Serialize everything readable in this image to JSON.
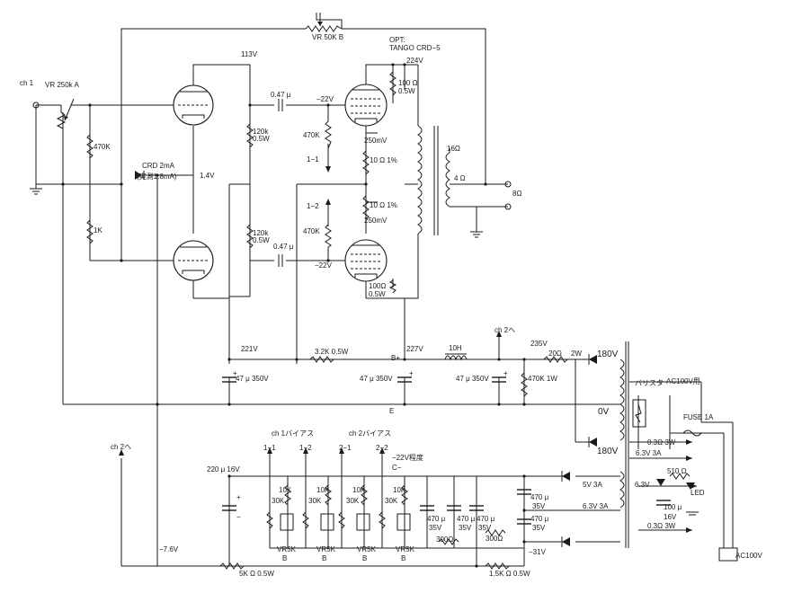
{
  "labels": {
    "ch1": "ch 1",
    "vr250k": "VR 250k A",
    "r470k_in": "470K",
    "r1k_in": "1K",
    "crd": "CRD 2mA",
    "crd_meas": "(実測1.8mA)",
    "v14": "1.4V",
    "v113": "113V",
    "vr50k": "VR 50K B",
    "r120k_top": "120k",
    "w05_a": "0.5W",
    "r120k_bot": "120k",
    "w05_b": "0.5W",
    "c047_top": "0.47 μ",
    "c047_bot": "0.47 μ",
    "vm22_top": "−22V",
    "vm22_bot": "−22V",
    "r470k_g1": "470K",
    "r470k_g2": "470K",
    "b11": "1−1",
    "b12": "1−2",
    "opt1": "OPT:",
    "opt2": "TANGO CRD−5",
    "v224": "224V",
    "r100_top": "100 Ω",
    "w05_c": "0.5W",
    "mv250_a": "250mV",
    "r10_a": "10 Ω  1%",
    "r10_b": "10 Ω  1%",
    "mv250_b": "250mV",
    "r100_bot": "100Ω",
    "w05_d": "0.5W",
    "z16": "16Ω",
    "z4": "4 Ω",
    "z8": "8Ω",
    "v221": "221V",
    "r32k": "3.2K  0.5W",
    "bplus": "B+",
    "v227": "227V",
    "l10h": "10H",
    "ch2to_top": "ch 2へ",
    "v235": "235V",
    "r20": "20Ω",
    "w2": "2W",
    "v180a": "180V",
    "c47_a": "47 μ 350V",
    "c47_b": "47 μ 350V",
    "c47_c": "47 μ 350V",
    "r470k_1w": "470K 1W",
    "varistor": "バリスタ",
    "ac100v_for": "AC100V用",
    "v0": "0V",
    "e": "E",
    "fuse": "FUSE 1A",
    "v180b": "180V",
    "v03w_a": "0.3Ω  3W",
    "v63_3a_a": "6.3V 3A",
    "ch2to_left": "ch 2へ",
    "ch1bias": "ch 1バイアス",
    "ch2bias": "ch 2バイアス",
    "b1_1": "1−1",
    "b1_2": "1−2",
    "b2_1": "2−1",
    "b2_2": "2−2",
    "v22approx": "−22V程度",
    "cminus": "C−",
    "c220": "220 μ 16V",
    "r510": "510 Ω",
    "v63_b": "6.3V",
    "led": "LED",
    "c100": "100 μ",
    "v16": "16V",
    "v03w_b": "0.3Ω  3W",
    "v5_3a": "5V 3A",
    "v63_3a_b": "6.3V 3A",
    "r10k": "10K",
    "r30k": "30K",
    "vr5k": "VR5K",
    "b": "B",
    "c470": "470 μ",
    "v35": "35V",
    "r300": "300Ω",
    "vm31": "−31V",
    "vm76": "−7.6V",
    "r5k05": "5K Ω  0.5W",
    "r15k05": "1.5K Ω  0.5W",
    "ac100v": "AC100V",
    "plus": "+",
    "minus": "−"
  }
}
